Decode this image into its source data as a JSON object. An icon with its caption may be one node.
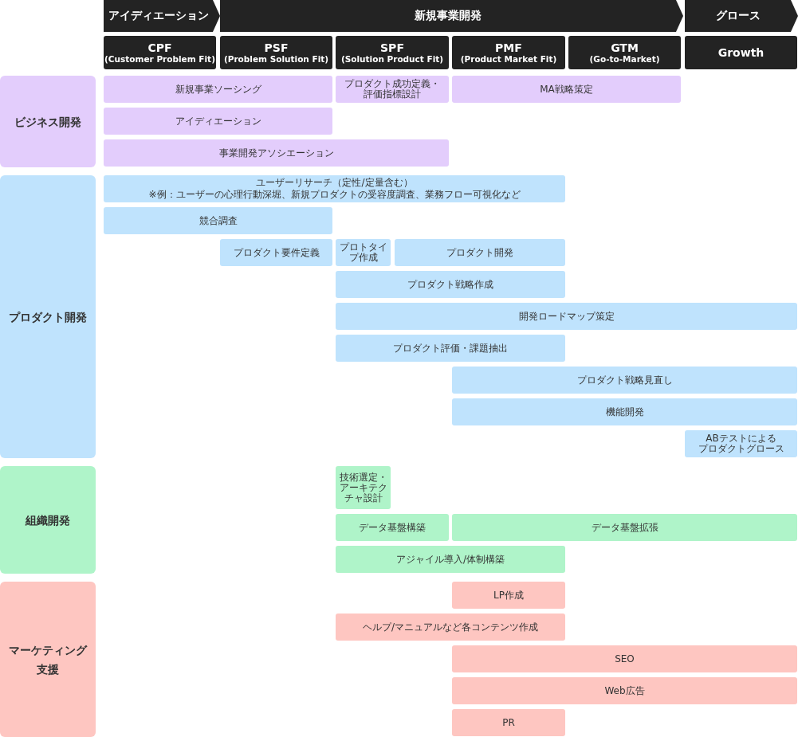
{
  "diagram": {
    "nodes": [
      {
        "text": [
          "アイディエーション"
        ]
      },
      {
        "text": [
          "新規事業開発"
        ]
      },
      {
        "text": [
          "グロース"
        ]
      },
      {
        "text": [
          "CPF",
          "(Customer Problem Fit)"
        ]
      },
      {
        "text": [
          "PSF",
          "(Problem Solution Fit)"
        ]
      },
      {
        "text": [
          "SPF",
          "(Solution Product Fit)"
        ]
      },
      {
        "text": [
          "PMF",
          "(Product Market Fit)"
        ]
      },
      {
        "text": [
          "GTM",
          "(Go-to-Market)"
        ]
      },
      {
        "text": [
          "Growth"
        ]
      },
      {
        "text": [
          "ビジネス開発"
        ]
      },
      {
        "text": [
          "新規事業ソーシング"
        ]
      },
      {
        "text": [
          "プロダクト成功定義・評価指標設計"
        ]
      },
      {
        "text": [
          "MA戦略策定"
        ]
      },
      {
        "text": [
          "アイディエーション"
        ]
      },
      {
        "text": [
          "事業開発アソシエーション"
        ]
      },
      {
        "text": [
          "プロダクト開発"
        ]
      },
      {
        "text": [
          "ユーザーリサーチ（定性/定量含む）",
          "※例：ユーザーの心理行動深堀、新規プロダクトの受容度調査、業務フロー可視化など"
        ]
      },
      {
        "text": [
          "競合調査"
        ]
      },
      {
        "text": [
          "プロダクト要件定義"
        ]
      },
      {
        "text": [
          "プロトタイプ作成"
        ]
      },
      {
        "text": [
          "プロダクト開発"
        ]
      },
      {
        "text": [
          "プロダクト戦略作成"
        ]
      },
      {
        "text": [
          "開発ロードマップ策定"
        ]
      },
      {
        "text": [
          "プロダクト評価・課題抽出"
        ]
      },
      {
        "text": [
          "プロダクト戦略見直し"
        ]
      },
      {
        "text": [
          "機能開発"
        ]
      },
      {
        "text": [
          "ABテストによるプロダクトグロース"
        ]
      },
      {
        "text": [
          "組織開発"
        ]
      },
      {
        "text": [
          "技術選定・アーキテクチャ設計"
        ]
      },
      {
        "text": [
          "データ基盤構築"
        ]
      },
      {
        "text": [
          "データ基盤拡張"
        ]
      },
      {
        "text": [
          "アジャイル導入/体制構築"
        ]
      },
      {
        "text": [
          "マーケティング支援"
        ]
      },
      {
        "text": [
          "LP作成"
        ]
      },
      {
        "text": [
          "ヘルプ/マニュアルなど各コンテンツ作成"
        ]
      },
      {
        "text": [
          "SEO"
        ]
      },
      {
        "text": [
          "Web広告"
        ]
      },
      {
        "text": [
          "PR"
        ]
      }
    ]
  }
}
